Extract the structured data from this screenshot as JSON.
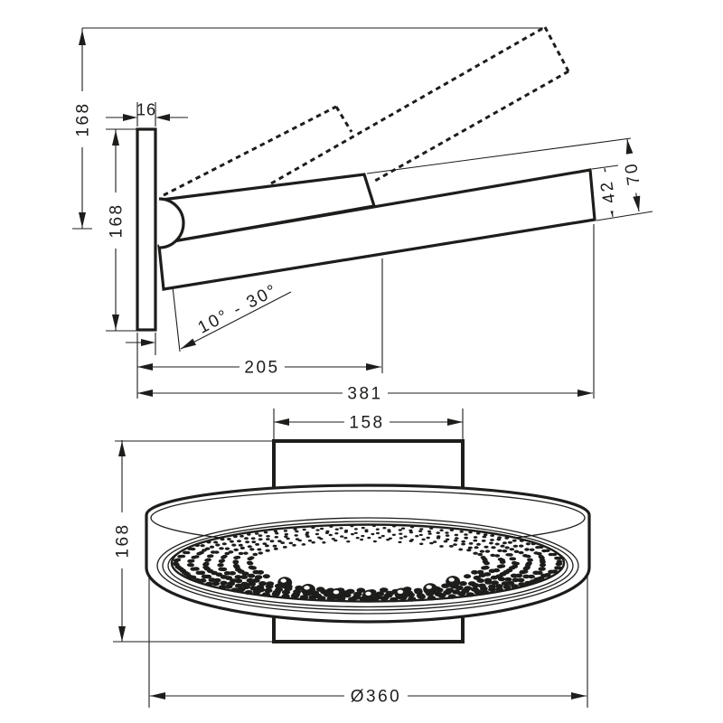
{
  "drawing": {
    "type": "technical-dimension-drawing",
    "views": [
      "side-view",
      "bottom-view"
    ]
  },
  "side_view": {
    "labels": {
      "height_overall": "168",
      "plate_thickness": "16",
      "plate_height": "168",
      "head_thickness": "42",
      "head_depth": "70",
      "tilt_angle_range": "10° - 30°",
      "projection_arm": "205",
      "projection_overall": "381"
    }
  },
  "bottom_view": {
    "labels": {
      "plate_width": "158",
      "plate_height": "168",
      "head_diameter": "Ø360"
    }
  },
  "colors": {
    "line": "#1d1d1b",
    "background": "#ffffff"
  }
}
